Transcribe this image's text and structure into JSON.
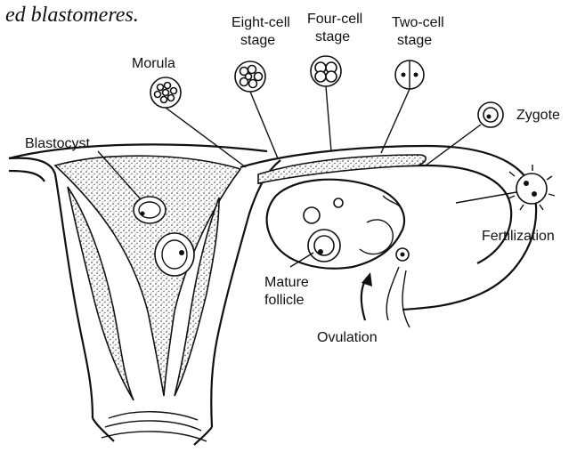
{
  "caption_fragment": "ed blastomeres.",
  "labels": {
    "eight_cell": [
      "Eight-cell",
      "stage"
    ],
    "four_cell": [
      "Four-cell",
      "stage"
    ],
    "two_cell": [
      "Two-cell",
      "stage"
    ],
    "morula": "Morula",
    "zygote": "Zygote",
    "blastocyst": "Blastocyst",
    "fertilization": "Fertilization",
    "mature_follicle": [
      "Mature",
      "follicle"
    ],
    "ovulation": "Ovulation"
  }
}
